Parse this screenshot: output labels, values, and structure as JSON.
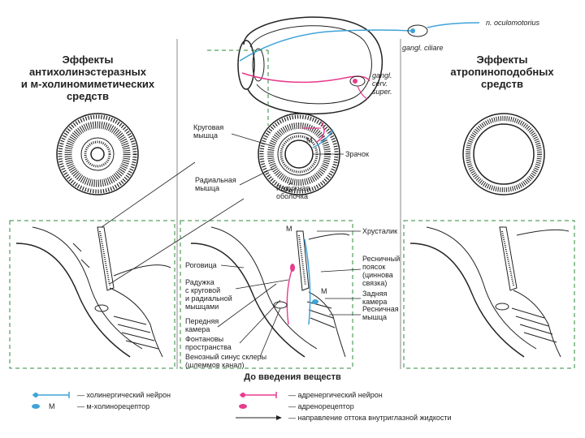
{
  "colors": {
    "cholinergic": "#3fa3d8",
    "adrenergic": "#e83a8e",
    "green_dash": "#2e8b3a",
    "ink": "#222222"
  },
  "headers": {
    "left": [
      "Эффекты",
      "антихолинэстеразных",
      "и м-холиномиметических",
      "средств"
    ],
    "right": [
      "Эффекты",
      "атропиноподобных",
      "средств"
    ]
  },
  "top_labels": {
    "oculomotor": "n. oculomotorius",
    "ciliare": "gangl. ciliare",
    "cerv": [
      "gangl.",
      "cerv.",
      "super."
    ]
  },
  "iris_labels": {
    "circular": [
      "Круговая",
      "мышца"
    ],
    "receptor": "M",
    "pupil": "Зрачок",
    "radial": [
      "Радиальная",
      "мышца"
    ],
    "iris": [
      "Радужная",
      "оболочка"
    ]
  },
  "section_labels": {
    "m_receptor": "M",
    "lens": "Хрусталик",
    "zonule": [
      "Ресничный",
      "поясок",
      "(циннова",
      "связка)"
    ],
    "posterior": [
      "Задняя",
      "камера"
    ],
    "ciliary": [
      "Ресничная",
      "мышца"
    ],
    "m_receptor_2": "M",
    "cornea": "Роговица",
    "iris_desc": [
      "Радужка",
      "с круговой",
      "и радиальной",
      "мышцами"
    ],
    "anterior": [
      "Передняя",
      "камера"
    ],
    "fontana": [
      "Фонтановы",
      "пространства"
    ],
    "sinus": [
      "Венозный синус склеры",
      "(шлеммов канал)"
    ]
  },
  "caption": "До введения веществ",
  "legend": {
    "left": [
      {
        "icon": "M",
        "text": "— холинергический нейрон"
      },
      {
        "icon": "M",
        "text": "— м-холинорецептор"
      }
    ],
    "right": [
      {
        "text": "— адренергический нейрон"
      },
      {
        "text": "— адренорецептор"
      },
      {
        "text": "— направление оттока внутриглазной жидкости"
      }
    ],
    "m_label": "M"
  }
}
